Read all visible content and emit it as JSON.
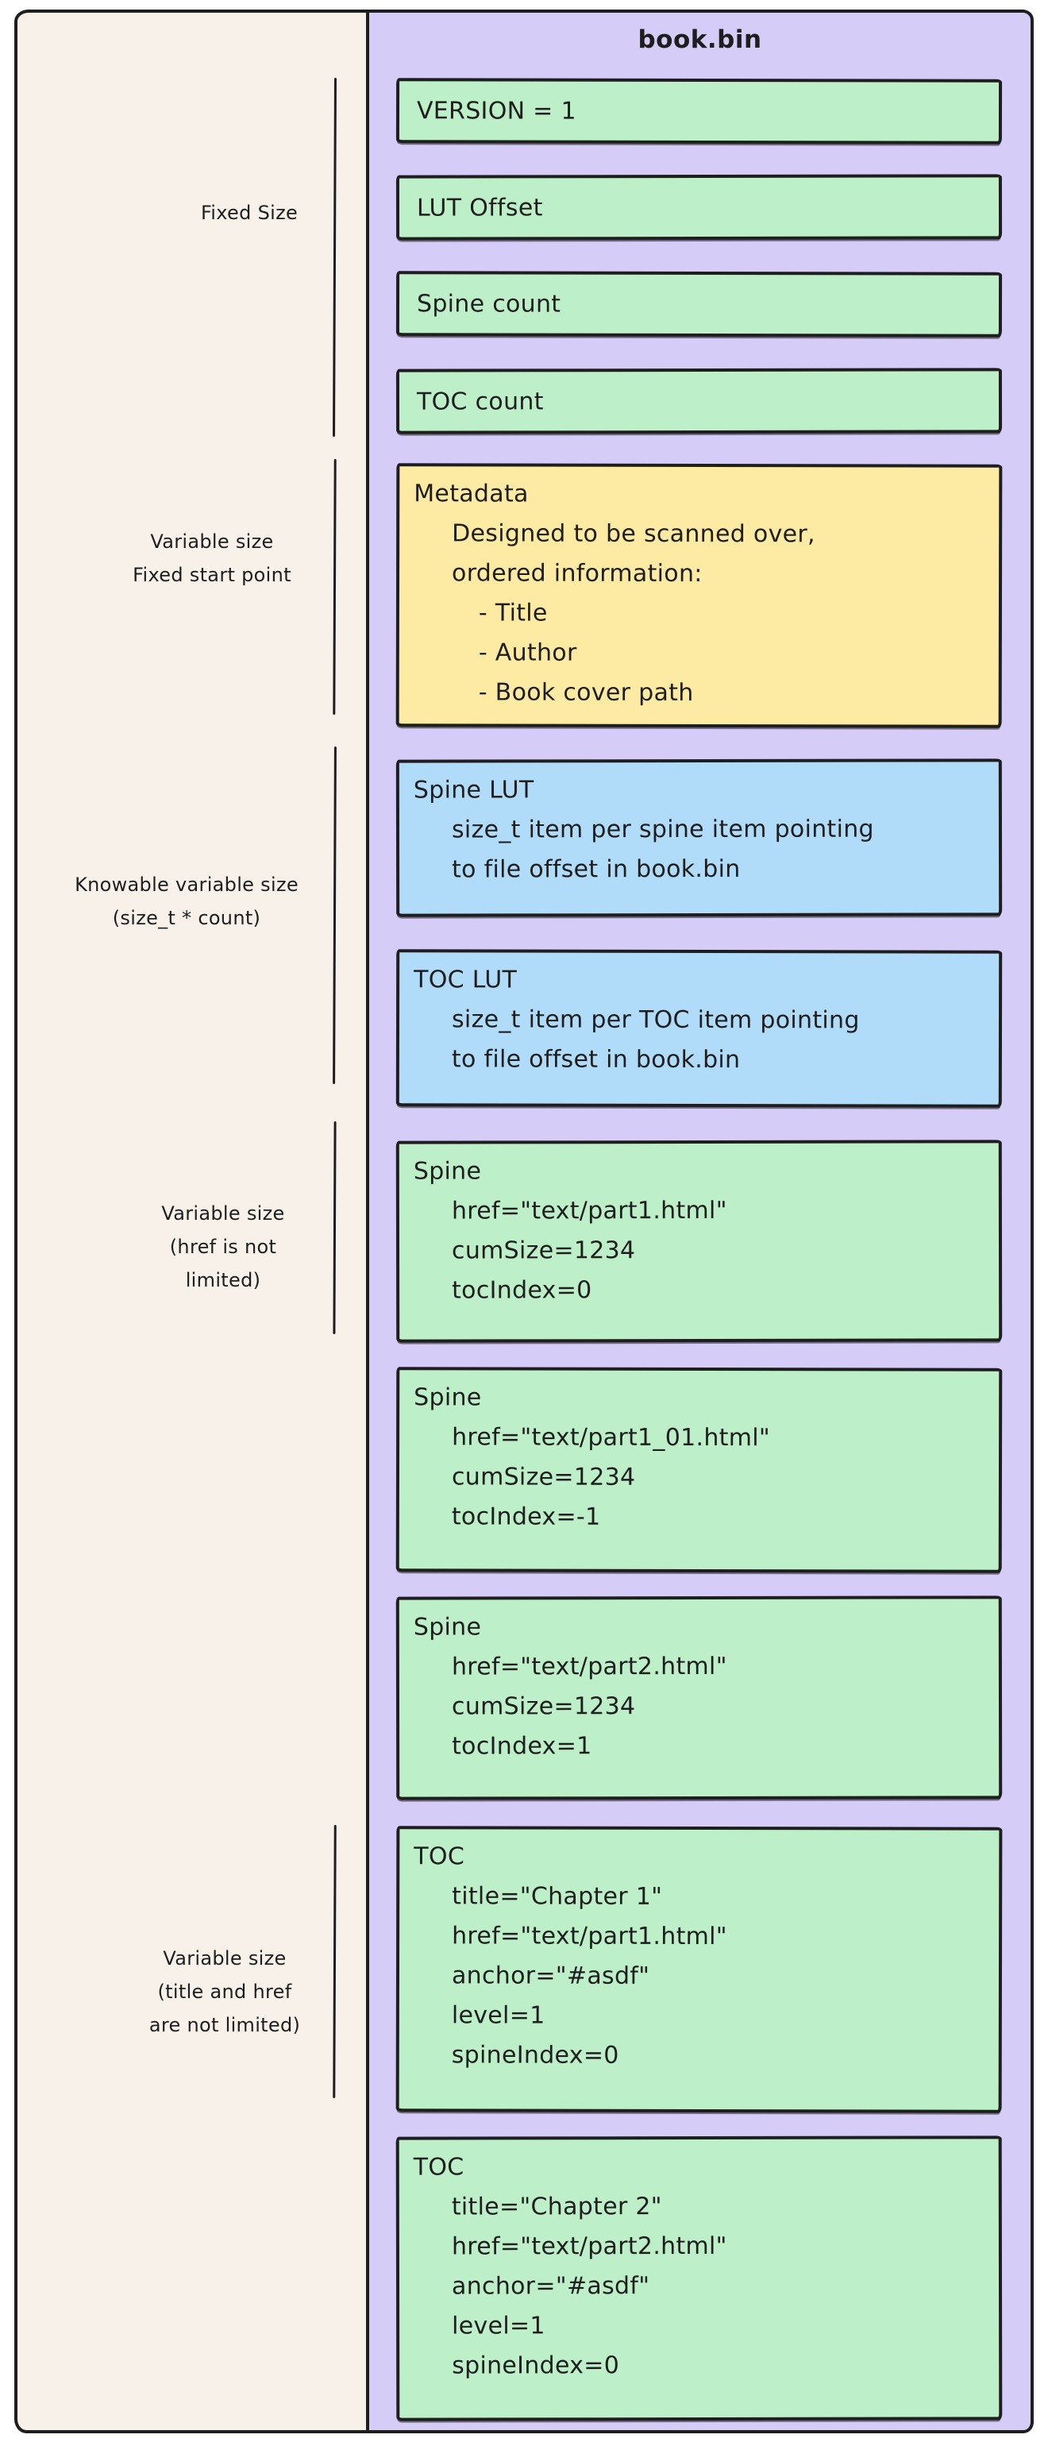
{
  "title": "book.bin",
  "colors": {
    "ink": "#1e1e1e",
    "left_panel_cream": "#f8f1ea",
    "file_panel_purple": "#d6ccf8",
    "block_green": "#bdf0c8",
    "block_blue": "#b0dcfa",
    "block_yellow": "#fdeba3",
    "page_background": "#ffffff"
  },
  "side_labels": [
    {
      "id": "fixed-size",
      "lines": [
        "Fixed Size"
      ]
    },
    {
      "id": "variable-fixed-start",
      "lines": [
        "Variable size",
        "Fixed start point"
      ]
    },
    {
      "id": "knowable-variable",
      "lines": [
        "Knowable variable size",
        "(size_t * count)"
      ]
    },
    {
      "id": "variable-href",
      "lines": [
        "Variable size",
        "(href is not",
        "limited)"
      ]
    },
    {
      "id": "variable-title-href",
      "lines": [
        "Variable size",
        "(title and href",
        "are not limited)"
      ]
    }
  ],
  "blocks": [
    {
      "id": "version",
      "color": "green",
      "lines": [
        {
          "text": "VERSION = 1",
          "indent": 0
        }
      ]
    },
    {
      "id": "lut-offset",
      "color": "green",
      "lines": [
        {
          "text": "LUT Offset",
          "indent": 0
        }
      ]
    },
    {
      "id": "spine-count",
      "color": "green",
      "lines": [
        {
          "text": "Spine count",
          "indent": 0
        }
      ]
    },
    {
      "id": "toc-count",
      "color": "green",
      "lines": [
        {
          "text": "TOC count",
          "indent": 0
        }
      ]
    },
    {
      "id": "metadata",
      "color": "yellow",
      "lines": [
        {
          "text": "Metadata",
          "indent": 0
        },
        {
          "text": "Designed to be scanned over,",
          "indent": 1
        },
        {
          "text": "ordered information:",
          "indent": 1
        },
        {
          "text": "- Title",
          "indent": 2
        },
        {
          "text": "- Author",
          "indent": 2
        },
        {
          "text": "- Book cover path",
          "indent": 2
        }
      ]
    },
    {
      "id": "spine-lut",
      "color": "blue",
      "lines": [
        {
          "text": "Spine LUT",
          "indent": 0
        },
        {
          "text": "size_t item per spine item pointing",
          "indent": 1
        },
        {
          "text": "to file offset in book.bin",
          "indent": 1
        }
      ]
    },
    {
      "id": "toc-lut",
      "color": "blue",
      "lines": [
        {
          "text": "TOC LUT",
          "indent": 0
        },
        {
          "text": "size_t item per TOC item pointing",
          "indent": 1
        },
        {
          "text": "to file offset in book.bin",
          "indent": 1
        }
      ]
    },
    {
      "id": "spine-1",
      "color": "green",
      "lines": [
        {
          "text": "Spine",
          "indent": 0
        },
        {
          "text": "href=\"text/part1.html\"",
          "indent": 1
        },
        {
          "text": "cumSize=1234",
          "indent": 1
        },
        {
          "text": "tocIndex=0",
          "indent": 1
        }
      ]
    },
    {
      "id": "spine-2",
      "color": "green",
      "lines": [
        {
          "text": "Spine",
          "indent": 0
        },
        {
          "text": "href=\"text/part1_01.html\"",
          "indent": 1
        },
        {
          "text": "cumSize=1234",
          "indent": 1
        },
        {
          "text": "tocIndex=-1",
          "indent": 1
        }
      ]
    },
    {
      "id": "spine-3",
      "color": "green",
      "lines": [
        {
          "text": "Spine",
          "indent": 0
        },
        {
          "text": "href=\"text/part2.html\"",
          "indent": 1
        },
        {
          "text": "cumSize=1234",
          "indent": 1
        },
        {
          "text": "tocIndex=1",
          "indent": 1
        }
      ]
    },
    {
      "id": "toc-1",
      "color": "green",
      "lines": [
        {
          "text": "TOC",
          "indent": 0
        },
        {
          "text": "title=\"Chapter 1\"",
          "indent": 1
        },
        {
          "text": "href=\"text/part1.html\"",
          "indent": 1
        },
        {
          "text": "anchor=\"#asdf\"",
          "indent": 1
        },
        {
          "text": "level=1",
          "indent": 1
        },
        {
          "text": "spineIndex=0",
          "indent": 1
        }
      ]
    },
    {
      "id": "toc-2",
      "color": "green",
      "lines": [
        {
          "text": "TOC",
          "indent": 0
        },
        {
          "text": "title=\"Chapter 2\"",
          "indent": 1
        },
        {
          "text": "href=\"text/part2.html\"",
          "indent": 1
        },
        {
          "text": "anchor=\"#asdf\"",
          "indent": 1
        },
        {
          "text": "level=1",
          "indent": 1
        },
        {
          "text": "spineIndex=0",
          "indent": 1
        }
      ]
    }
  ]
}
